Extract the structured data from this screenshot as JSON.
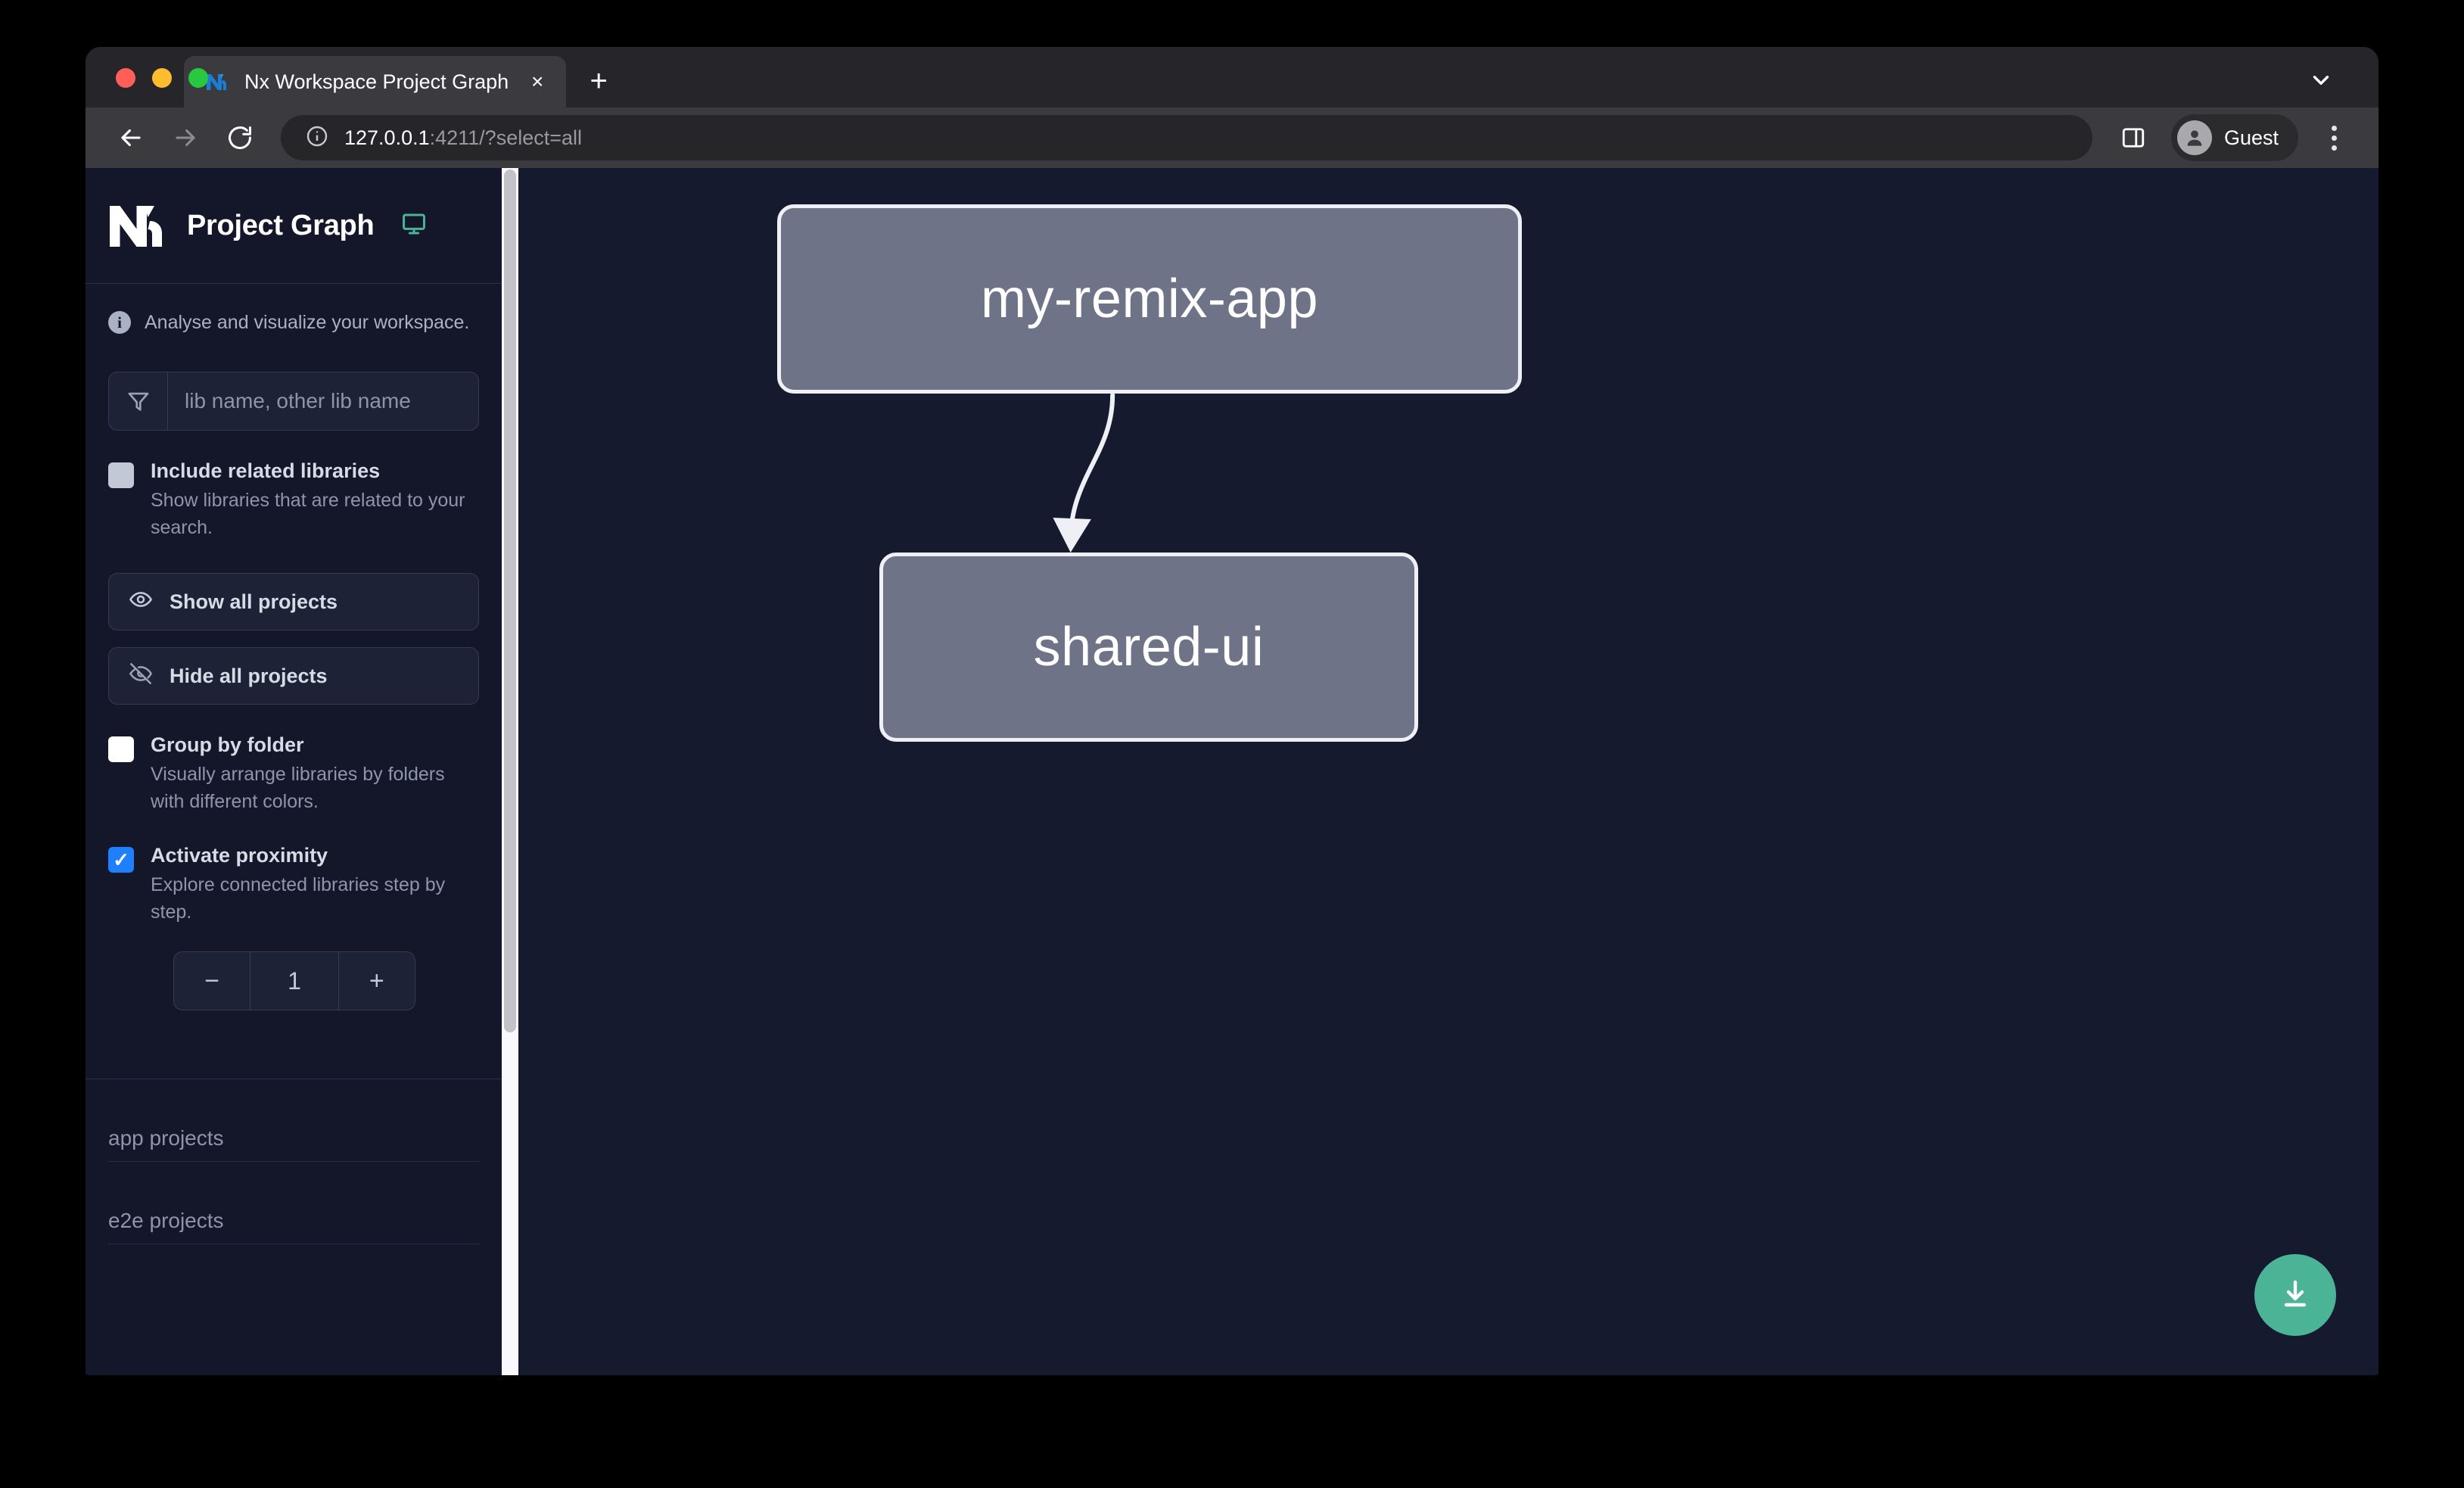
{
  "browser": {
    "tab": {
      "title": "Nx Workspace Project Graph",
      "close_label": "×",
      "favicon": "nx-logo-favicon"
    },
    "new_tab_label": "+",
    "toolbar": {
      "back_icon": "back-arrow-icon",
      "forward_icon": "forward-arrow-icon",
      "reload_icon": "reload-icon",
      "site_info_icon": "info-circle-icon",
      "url_host": "127.0.0.1",
      "url_rest": ":4211/?select=all",
      "side_panel_icon": "side-panel-icon",
      "profile_name": "Guest",
      "menu_icon": "three-dot-menu-icon"
    },
    "tab_list_icon": "chevron-down-icon"
  },
  "sidebar": {
    "logo": "nx-logo",
    "title": "Project Graph",
    "monitor_icon": "monitor-icon",
    "monitor_color": "#4bb396",
    "tagline": "Analyse and visualize your workspace.",
    "tagline_icon": "info-icon",
    "search": {
      "icon": "filter-funnel-icon",
      "placeholder": "lib name, other lib name",
      "value": ""
    },
    "options": [
      {
        "label": "Include related libraries",
        "description": "Show libraries that are related to your search.",
        "checked": false,
        "style": "muted"
      },
      {
        "label": "Group by folder",
        "description": "Visually arrange libraries by folders with different colors.",
        "checked": false,
        "style": "empty"
      },
      {
        "label": "Activate proximity",
        "description": "Explore connected libraries step by step.",
        "checked": true,
        "style": "checked"
      }
    ],
    "buttons": [
      {
        "label": "Show all projects",
        "icon": "eye-icon"
      },
      {
        "label": "Hide all projects",
        "icon": "eye-off-icon"
      }
    ],
    "stepper": {
      "decrement_label": "−",
      "value": "1",
      "increment_label": "+"
    },
    "project_sections": [
      {
        "label": "app projects"
      },
      {
        "label": "e2e projects"
      }
    ],
    "scrollbar": "vertical-scrollbar"
  },
  "graph": {
    "background_color": "#161a2e",
    "node_fill": "#6f7387",
    "node_border": "#eef0f6",
    "nodes": [
      {
        "id": "my-remix-app",
        "label": "my-remix-app"
      },
      {
        "id": "shared-ui",
        "label": "shared-ui"
      }
    ],
    "edges": [
      {
        "from": "my-remix-app",
        "to": "shared-ui"
      }
    ],
    "download_button": {
      "icon": "download-icon",
      "color": "#4bb396"
    }
  }
}
